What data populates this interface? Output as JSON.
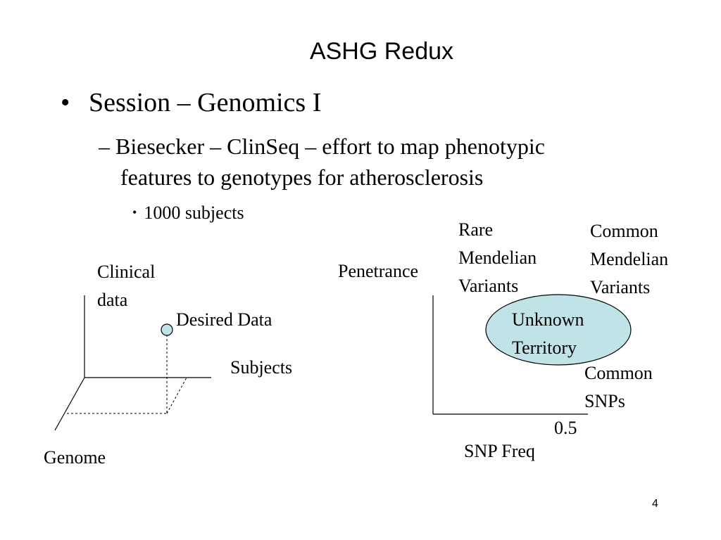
{
  "slide": {
    "title": "ASHG Redux",
    "page_number": "4"
  },
  "bullets": {
    "level1": {
      "marker": "•",
      "text": "Session – Genomics I"
    },
    "level2": {
      "line1": "– Biesecker – ClinSeq – effort to map phenotypic",
      "line2": "features to genotypes for atherosclerosis"
    },
    "level3": {
      "marker": "•",
      "text": "1000 subjects"
    }
  },
  "left_diagram": {
    "axis_clinical": [
      "Clinical",
      "data"
    ],
    "axis_subjects": "Subjects",
    "axis_genome": "Genome",
    "point_label": "Desired Data"
  },
  "right_diagram": {
    "y_axis": "Penetrance",
    "x_axis": "SNP Freq",
    "x_tick": "0.5",
    "rare": [
      "Rare",
      "Mendelian",
      "Variants"
    ],
    "common_mendelian": [
      "Common",
      "Mendelian",
      "Variants"
    ],
    "common_snps": [
      "Common",
      "SNPs"
    ],
    "ellipse_label": [
      "Unknown",
      "Territory"
    ],
    "ellipse_color": "#bfe3e6"
  }
}
